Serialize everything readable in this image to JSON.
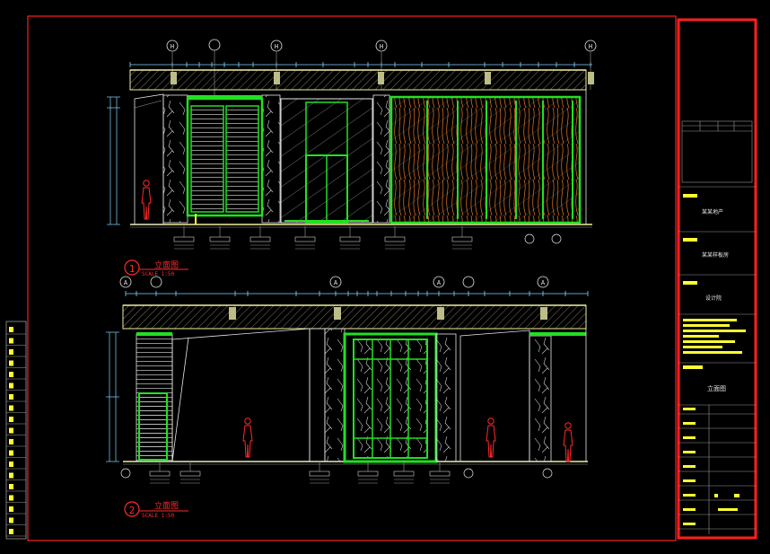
{
  "drawing": {
    "colors": {
      "background": "#000000",
      "frame": "#ff2020",
      "outline": "#e8e8e8",
      "wall": "#f0f0a0",
      "green": "#22e022",
      "yellow": "#ffff33",
      "cyan": "#7fd7ff",
      "dim": "#9a9a9a",
      "curtain": "#d06a1c",
      "person": "#ff2a2a"
    },
    "elevation_1": {
      "number": "1",
      "title": "立面图",
      "scale": "SCALE 1:50",
      "grid_marks": [
        "H",
        "H",
        "H",
        "H"
      ]
    },
    "elevation_2": {
      "number": "2",
      "title": "立面图",
      "scale": "SCALE 1:50",
      "grid_marks": [
        "A",
        "A",
        "A",
        "A"
      ]
    },
    "title_block": {
      "client": "某某地产",
      "project": "某某样板房",
      "designer": "设计院",
      "drawing_name": "立面图"
    }
  }
}
